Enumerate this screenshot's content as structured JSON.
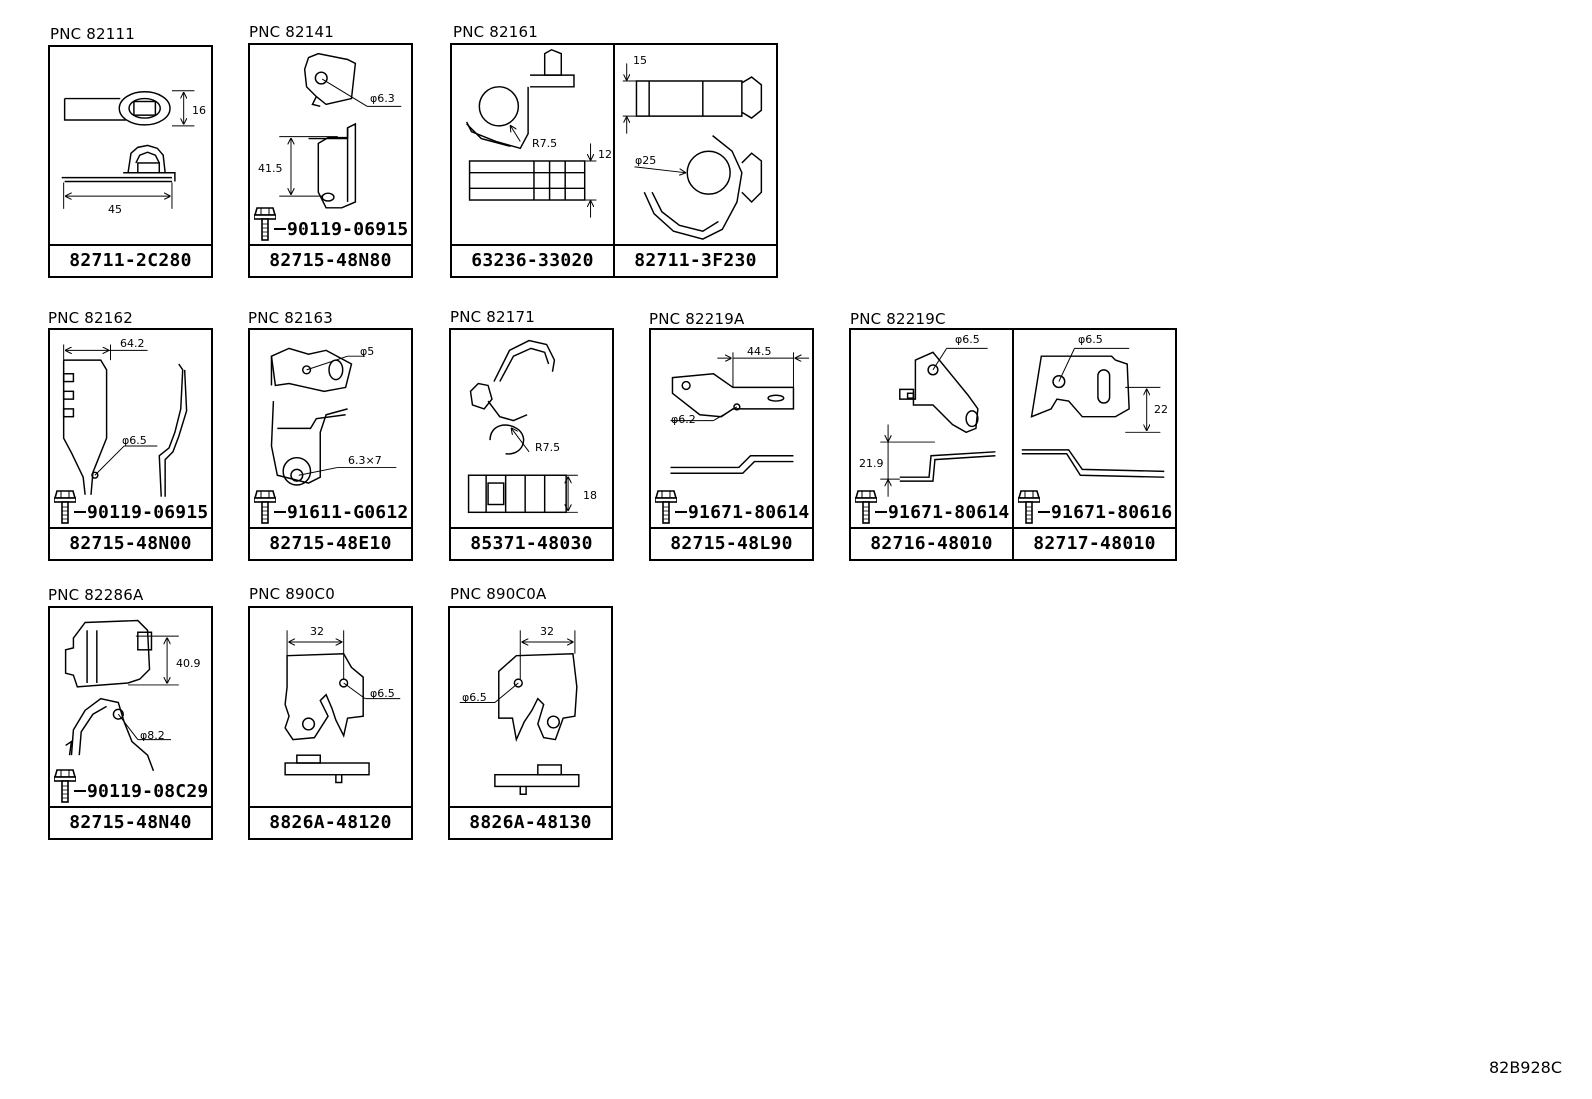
{
  "diagram": {
    "ref_code": "82B928C",
    "groups": [
      {
        "pnc": "PNC 82111",
        "parts": [
          {
            "part_no": "82711-2C280",
            "dims": [
              "16",
              "45"
            ]
          }
        ]
      },
      {
        "pnc": "PNC 82141",
        "parts": [
          {
            "part_no": "82715-48N80",
            "bolt": "90119-06915",
            "dims": [
              "φ6.3",
              "41.5"
            ]
          }
        ]
      },
      {
        "pnc": "PNC 82161",
        "parts": [
          {
            "part_no": "63236-33020",
            "dims": [
              "R7.5",
              "12"
            ]
          },
          {
            "part_no": "82711-3F230",
            "dims": [
              "15",
              "φ25"
            ]
          }
        ]
      },
      {
        "pnc": "PNC 82162",
        "parts": [
          {
            "part_no": "82715-48N00",
            "bolt": "90119-06915",
            "dims": [
              "64.2",
              "φ6.5"
            ]
          }
        ]
      },
      {
        "pnc": "PNC 82163",
        "parts": [
          {
            "part_no": "82715-48E10",
            "bolt": "91611-G0612",
            "dims": [
              "φ5",
              "6.3×7"
            ]
          }
        ]
      },
      {
        "pnc": "PNC 82171",
        "parts": [
          {
            "part_no": "85371-48030",
            "dims": [
              "R7.5",
              "18"
            ]
          }
        ]
      },
      {
        "pnc": "PNC 82219A",
        "parts": [
          {
            "part_no": "82715-48L90",
            "bolt": "91671-80614",
            "dims": [
              "44.5",
              "φ6.2"
            ]
          }
        ]
      },
      {
        "pnc": "PNC 82219C",
        "parts": [
          {
            "part_no": "82716-48010",
            "bolt": "91671-80614",
            "dims": [
              "φ6.5",
              "21.9"
            ]
          },
          {
            "part_no": "82717-48010",
            "bolt": "91671-80616",
            "dims": [
              "φ6.5",
              "22"
            ]
          }
        ]
      },
      {
        "pnc": "PNC 82286A",
        "parts": [
          {
            "part_no": "82715-48N40",
            "bolt": "90119-08C29",
            "dims": [
              "40.9",
              "φ8.2"
            ]
          }
        ]
      },
      {
        "pnc": "PNC 890C0",
        "parts": [
          {
            "part_no": "8826A-48120",
            "dims": [
              "32",
              "φ6.5"
            ]
          }
        ]
      },
      {
        "pnc": "PNC 890C0A",
        "parts": [
          {
            "part_no": "8826A-48130",
            "dims": [
              "32",
              "φ6.5"
            ]
          }
        ]
      }
    ]
  }
}
